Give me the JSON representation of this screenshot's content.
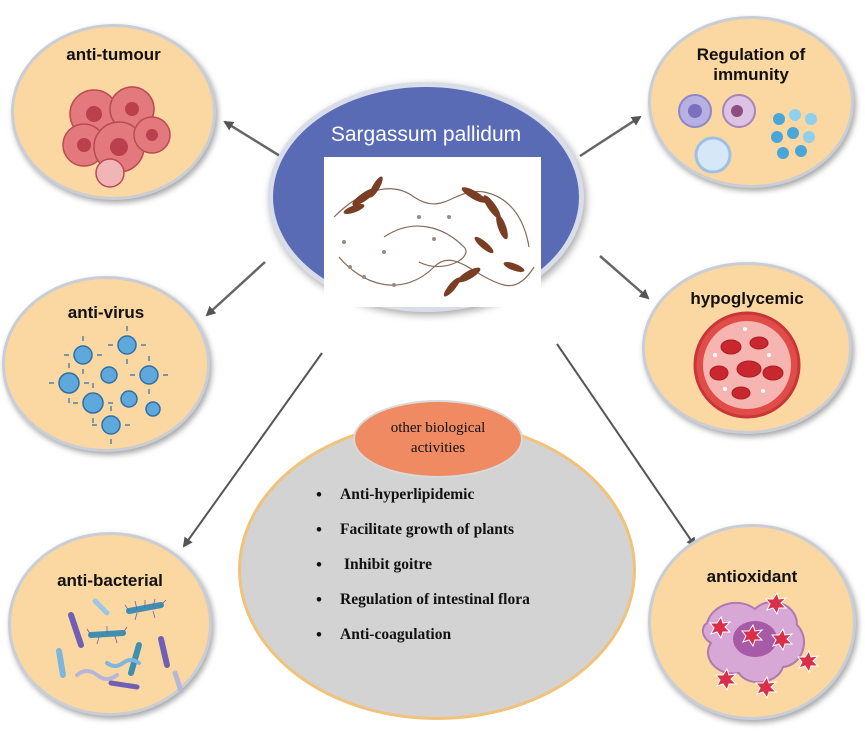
{
  "center": {
    "title": "Sargassum pallidum"
  },
  "activities": [
    {
      "id": "anti-tumour",
      "label": "anti-tumour"
    },
    {
      "id": "regulation-of-immunity",
      "label": "Regulation of immunity"
    },
    {
      "id": "anti-virus",
      "label": "anti-virus"
    },
    {
      "id": "hypoglycemic",
      "label": "hypoglycemic"
    },
    {
      "id": "anti-bacterial",
      "label": "anti-bacterial"
    },
    {
      "id": "antioxidant",
      "label": "antioxidant"
    }
  ],
  "other": {
    "title": "other biological activities",
    "items": [
      "Anti-hyperlipidemic",
      "Facilitate growth of plants",
      "Inhibit goitre",
      "Regulation of intestinal flora",
      "Anti-coagulation"
    ]
  },
  "colors": {
    "node_fill": "#fbd7a1",
    "center_fill": "#5a6bb6",
    "other_fill": "#d3d3d3",
    "badge_fill": "#ef8a62",
    "arrow": "#555555"
  }
}
